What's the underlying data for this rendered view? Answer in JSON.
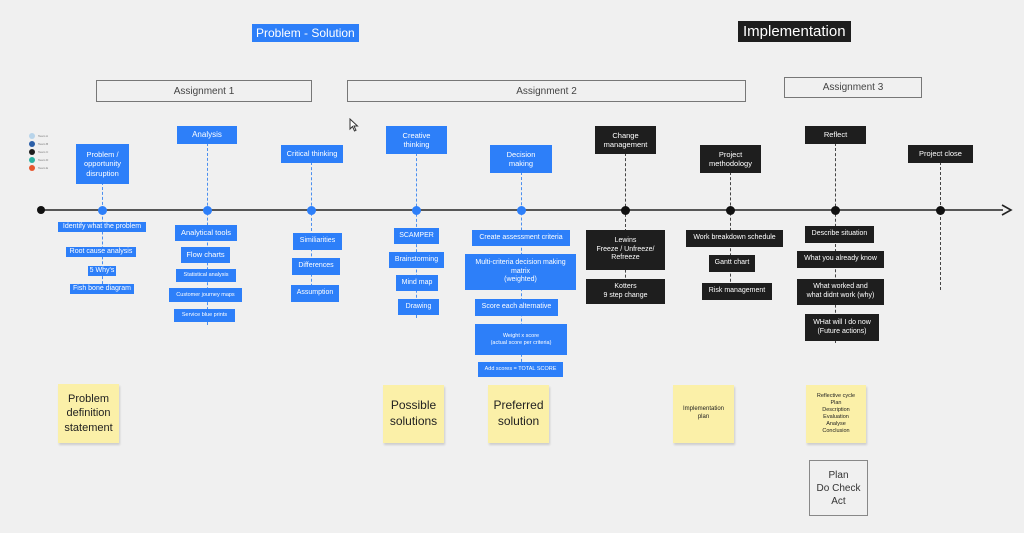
{
  "headers": {
    "problem_solution": "Problem - Solution",
    "implementation": "Implementation"
  },
  "assignments": {
    "a1": "Assignment 1",
    "a2": "Assignment 2",
    "a3": "Assignment 3"
  },
  "legend": [
    {
      "label": "Team A",
      "color": "#b8d4ea"
    },
    {
      "label": "Team B",
      "color": "#2b5fa8"
    },
    {
      "label": "Team C",
      "color": "#1e1e1e"
    },
    {
      "label": "Team D",
      "color": "#2bb3a4"
    },
    {
      "label": "Team E",
      "color": "#e8572f"
    }
  ],
  "stages": {
    "problem": "Problem /\nopportunity\ndisruption",
    "analysis": "Analysis",
    "critical": "Critical thinking",
    "creative": "Creative\nthinking",
    "decision": "Decision\nmaking",
    "change": "Change\nmanagement",
    "project": "Project\nmethodology",
    "reflect": "Reflect",
    "close": "Project close"
  },
  "problem_items": [
    "Identify what the problem",
    "Root cause analysis",
    "5 Why's",
    "Fish bone diagram"
  ],
  "analysis_items": [
    "Analytical tools",
    "Flow charts",
    "Statistical analysis",
    "Customer journey maps",
    "Service blue prints"
  ],
  "critical_items": [
    "Similiarities",
    "Differences",
    "Assumption"
  ],
  "creative_items": [
    "SCAMPER",
    "Brainstorming",
    "Mind map",
    "Drawing"
  ],
  "decision_items": [
    "Create assessment criteria",
    "Multi-criteria decision making\nmatrix\n(weighted)",
    "Score each alternative",
    "Weight x score\n(actual score per criteria)",
    "Add scores = TOTAL SCORE"
  ],
  "change_items": [
    "Lewins\nFreeze / Unfreeze/\nRefreeze",
    "Kotters\n9 step change"
  ],
  "project_items": [
    "Work breakdown schedule",
    "Gantt chart",
    "Risk management"
  ],
  "reflect_items": [
    "Describe situation",
    "What you already know",
    "What worked and\nwhat didnt work (why)",
    "WHat will I do now\n(Future actions)"
  ],
  "stickies": {
    "s1": "Problem\ndefinition\nstatement",
    "s2": "Possible\nsolutions",
    "s3": "Preferred\nsolution",
    "s4": "Implementation\nplan",
    "s5": "Reflective cycle\nPlan\nDescription\nEvaluation\nAnalyse\nConclusion"
  },
  "pdca": "Plan\nDo Check\nAct"
}
